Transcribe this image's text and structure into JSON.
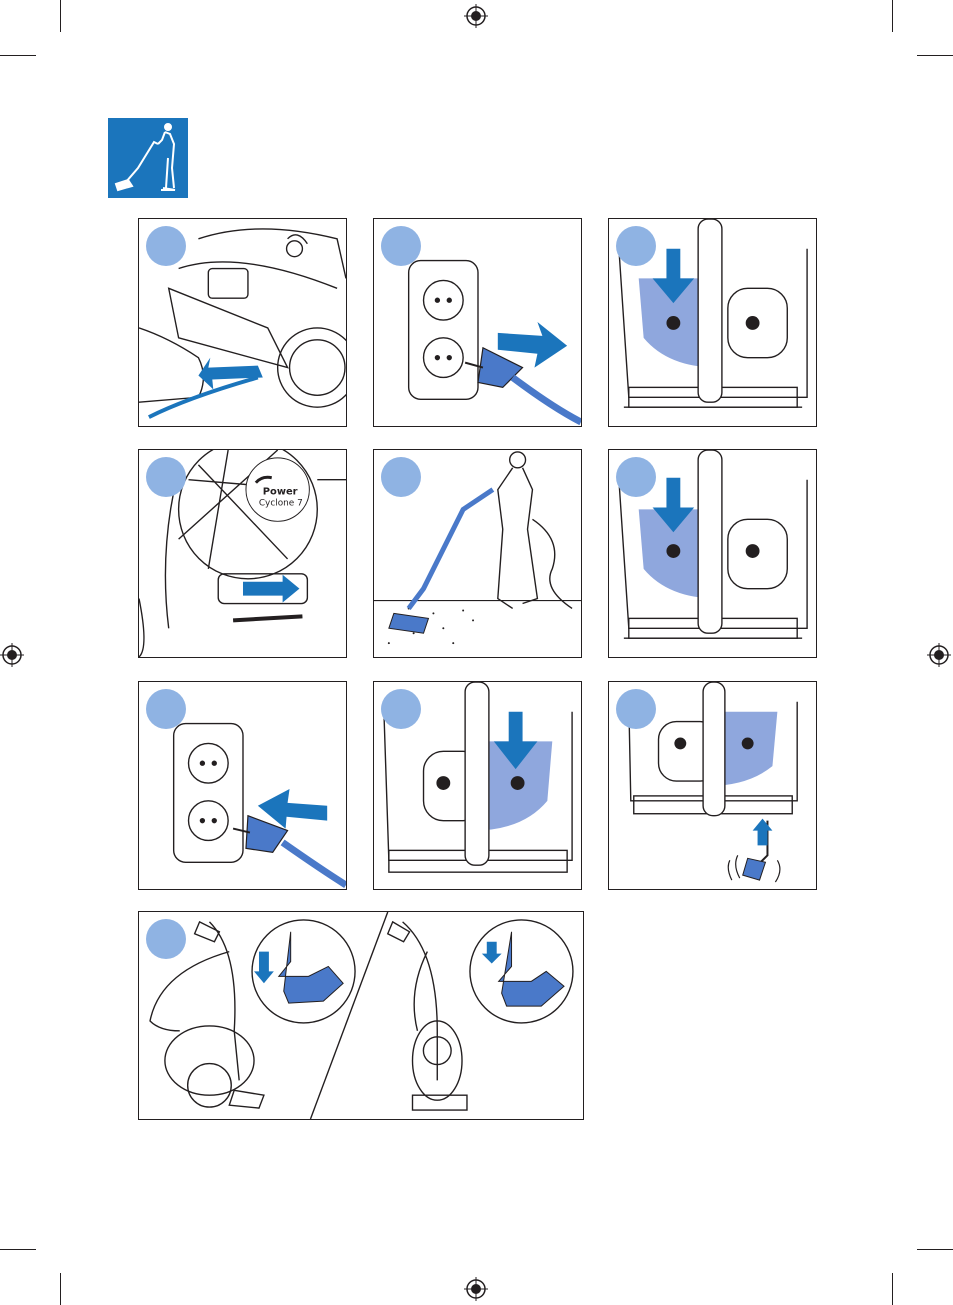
{
  "document": {
    "header_icon": "vacuuming-person-icon",
    "accent_color": "#1b75bc",
    "step_circle_color": "#8fb3e3",
    "fill_color": "#8fa7dd"
  },
  "panels": [
    {
      "id": "pull-cord",
      "icon": "pull-cord-arrow-icon"
    },
    {
      "id": "plug-in",
      "icon": "plug-in-arrow-icon"
    },
    {
      "id": "power-on",
      "icon": "power-on-arrow-icon"
    },
    {
      "id": "suction-slider",
      "icon": "slider-arrow-icon",
      "brand_line1": "Power",
      "brand_line2": "Cyclone 7"
    },
    {
      "id": "vacuuming",
      "icon": "person-vacuuming-icon"
    },
    {
      "id": "power-on-again",
      "icon": "power-on-arrow-icon"
    },
    {
      "id": "unplug",
      "icon": "unplug-arrow-icon"
    },
    {
      "id": "cord-rewind",
      "icon": "rewind-arrow-icon"
    },
    {
      "id": "cord-retracting",
      "icon": "cord-retract-icon"
    },
    {
      "id": "parking",
      "icon": "tube-parking-icon"
    }
  ]
}
